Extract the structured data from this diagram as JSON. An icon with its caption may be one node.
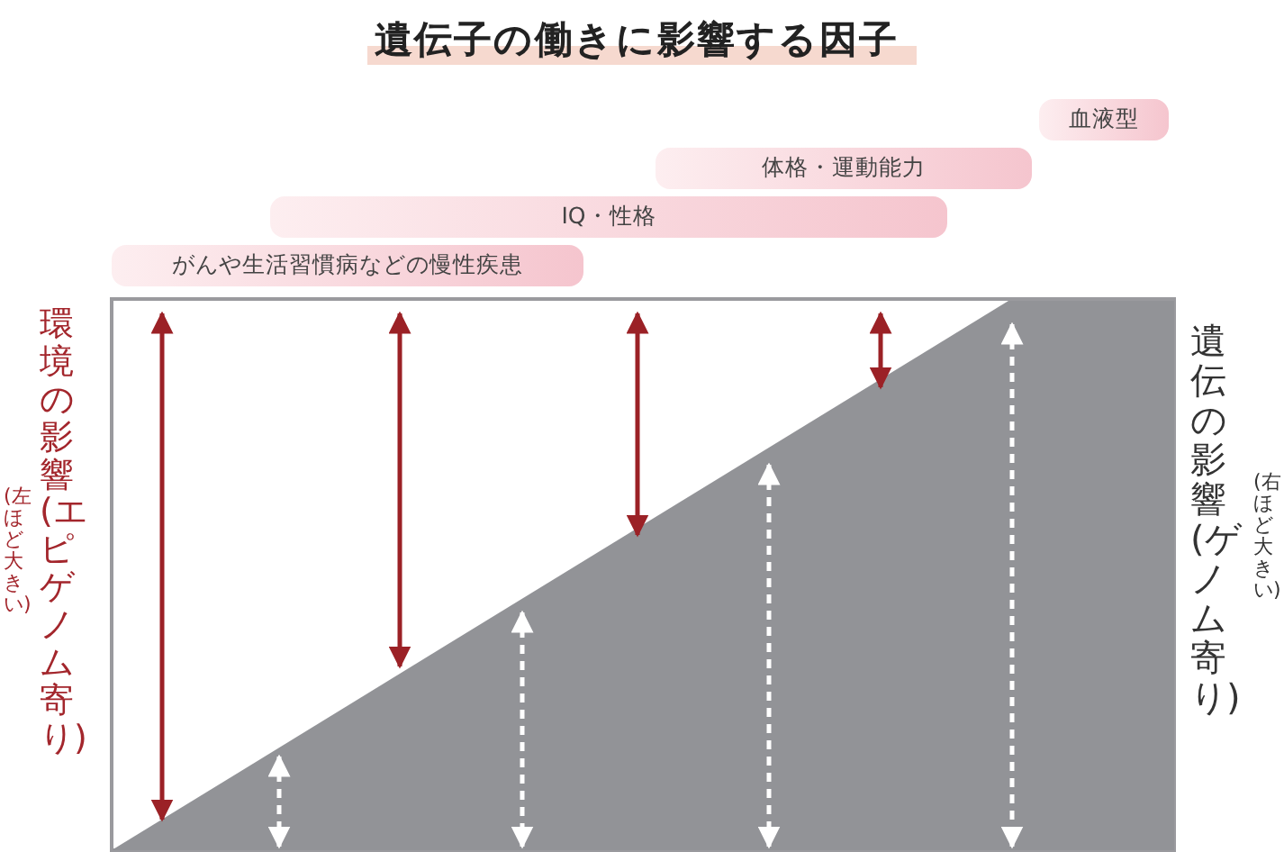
{
  "diagram": {
    "title": "遺伝子の働きに影響する因子",
    "nodes": [
      {
        "text": [
          "血液型"
        ]
      },
      {
        "text": [
          "体格・運動能力"
        ]
      },
      {
        "text": [
          "IQ・性格"
        ]
      },
      {
        "text": [
          "がんや生活習慣病などの慢性疾患"
        ]
      }
    ],
    "labels": [
      "環境の影響(エピゲノム寄り)",
      "(左ほど大きい)",
      "遺伝の影響(ゲノム寄り)",
      "(右ほど大きい)"
    ]
  }
}
